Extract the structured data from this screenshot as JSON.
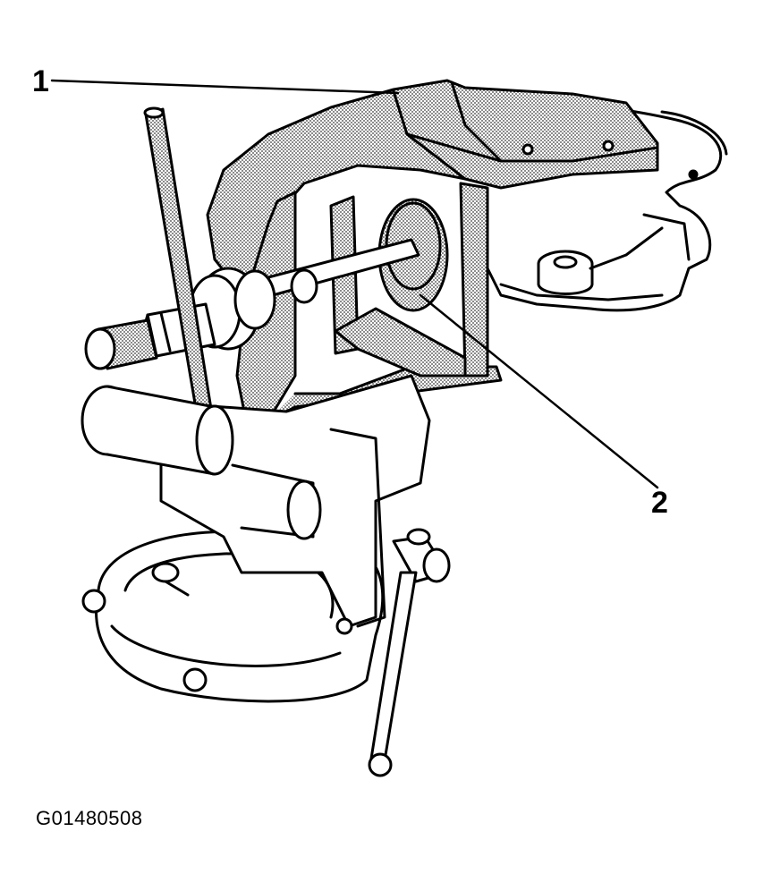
{
  "callouts": [
    {
      "label": "1"
    },
    {
      "label": "2"
    }
  ],
  "figure_id": "G01480508"
}
